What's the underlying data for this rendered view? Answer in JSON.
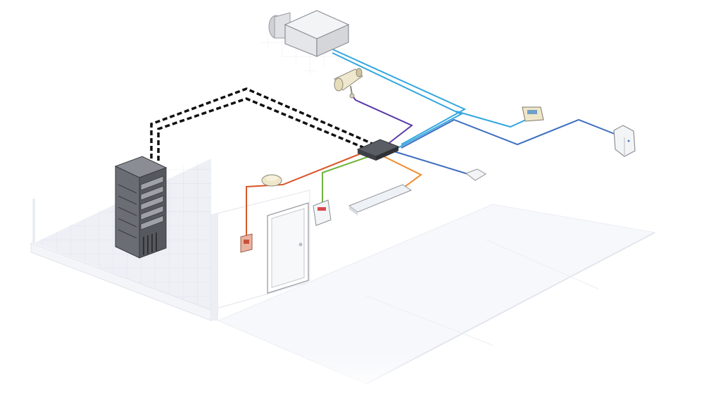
{
  "diagram": {
    "kind": "isometric-network-infrastructure",
    "devices": [
      {
        "id": "server-rack",
        "icon": "server-rack-icon"
      },
      {
        "id": "network-switch",
        "icon": "network-switch-icon"
      },
      {
        "id": "hvac-unit",
        "icon": "hvac-unit-icon"
      },
      {
        "id": "security-camera",
        "icon": "security-camera-icon"
      },
      {
        "id": "thermostat",
        "icon": "thermostat-icon"
      },
      {
        "id": "wireless-access-point",
        "icon": "wireless-access-point-icon"
      },
      {
        "id": "small-sensor",
        "icon": "sensor-icon"
      },
      {
        "id": "ceiling-light",
        "icon": "ceiling-light-icon"
      },
      {
        "id": "access-control-panel",
        "icon": "access-control-panel-icon"
      },
      {
        "id": "wall-card-reader",
        "icon": "card-reader-icon"
      },
      {
        "id": "patch-panel",
        "icon": "patch-panel-icon"
      },
      {
        "id": "door",
        "icon": "door-icon"
      },
      {
        "id": "workstation-1",
        "icon": "workstation-icon"
      },
      {
        "id": "workstation-2",
        "icon": "workstation-icon"
      },
      {
        "id": "workstation-3",
        "icon": "workstation-icon"
      }
    ],
    "connections": [
      {
        "from": "network-switch",
        "to": "server-rack",
        "style": "dashed",
        "color": "#111111"
      },
      {
        "from": "network-switch",
        "to": "hvac-unit",
        "style": "solid",
        "color": "#35a7e0"
      },
      {
        "from": "network-switch",
        "to": "thermostat",
        "style": "solid",
        "color": "#35a7e0"
      },
      {
        "from": "network-switch",
        "to": "security-camera",
        "style": "solid",
        "color": "#5b3aa8"
      },
      {
        "from": "network-switch",
        "to": "wireless-access-point",
        "style": "solid",
        "color": "#3f6fc0"
      },
      {
        "from": "network-switch",
        "to": "small-sensor",
        "style": "solid",
        "color": "#3f6fc0"
      },
      {
        "from": "network-switch",
        "to": "ceiling-light",
        "style": "solid",
        "color": "#d8562a"
      },
      {
        "from": "ceiling-light",
        "to": "wall-card-reader",
        "style": "solid",
        "color": "#d8562a"
      },
      {
        "from": "network-switch",
        "to": "access-control-panel",
        "style": "solid",
        "color": "#6fb43b"
      },
      {
        "from": "network-switch",
        "to": "patch-panel",
        "style": "solid",
        "color": "#f08a2c"
      }
    ],
    "colors": {
      "data_cable": "#35a7e0",
      "camera_cable": "#5b3aa8",
      "lan_cable": "#3f6fc0",
      "lighting_cable": "#d8562a",
      "access_cable": "#6fb43b",
      "patch_cable": "#f08a2c",
      "backbone_cable": "#111111",
      "floor_grid": "#d7dbe8",
      "desk_top": "#efe3c6",
      "rack_body": "#6a6d73"
    }
  }
}
